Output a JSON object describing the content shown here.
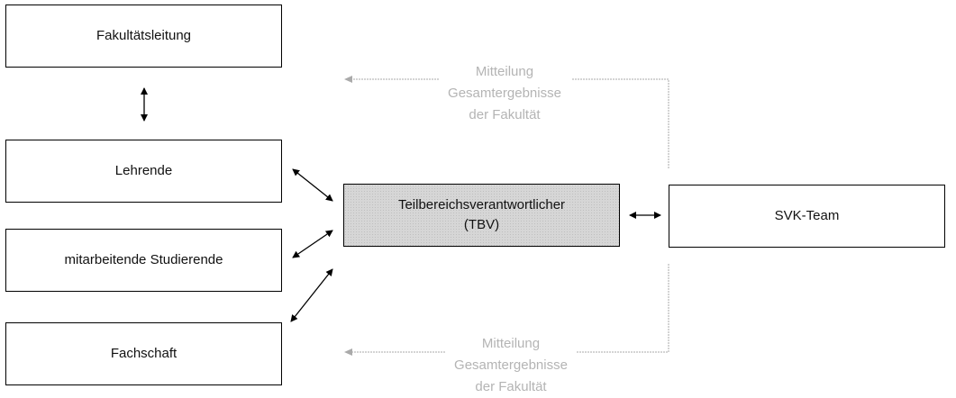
{
  "diagram": {
    "nodes": {
      "fakultaetsleitung": "Fakultätsleitung",
      "lehrende": "Lehrende",
      "studierende": "mitarbeitende Studierende",
      "fachschaft": "Fachschaft",
      "tbv_line1": "Teilbereichsverantwortlicher",
      "tbv_line2": "(TBV)",
      "svk": "SVK-Team"
    },
    "notes": {
      "top": [
        "Mitteilung",
        "Gesamtergebnisse",
        "der Fakultät"
      ],
      "bottom": [
        "Mitteilung",
        "Gesamtergebnisse",
        "der Fakultät"
      ]
    },
    "colors": {
      "box_border": "#000000",
      "tbv_fill": "#d6d6d6",
      "note_text": "#b4b4b4",
      "dashed_line": "#aaaaaa"
    }
  }
}
